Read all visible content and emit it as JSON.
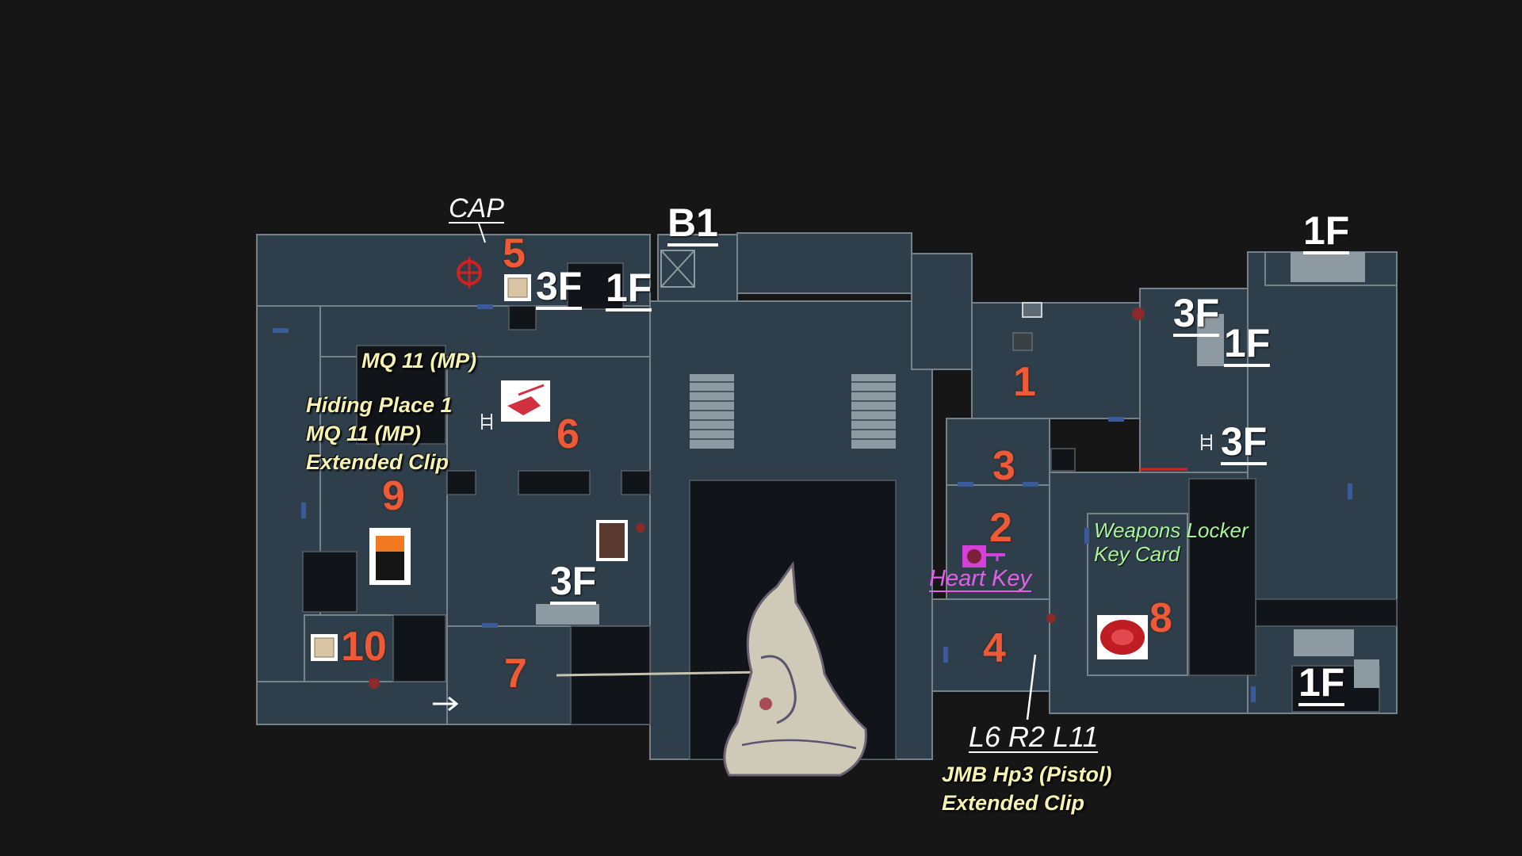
{
  "map": {
    "room_numbers": [
      "1",
      "2",
      "3",
      "4",
      "5",
      "6",
      "7",
      "8",
      "9",
      "10"
    ],
    "floor_labels": {
      "b1": "B1",
      "f3_top": "3F",
      "f1_top": "1F",
      "f1_far_right": "1F",
      "f3_right": "3F",
      "f1_right": "1F",
      "f3_right_mid": "3F",
      "f3_left_mid": "3F",
      "f1_bottom_right": "1F"
    },
    "cap_label": "CAP",
    "items": {
      "mq11_top": "MQ 11 (MP)",
      "hiding_place": "Hiding Place 1",
      "mq11_left": "MQ 11 (MP)",
      "extended_clip_left": "Extended Clip",
      "weapons_locker_1": "Weapons Locker",
      "weapons_locker_2": "Key Card",
      "heart_key": "Heart Key",
      "lock_code": "L6 R2 L11",
      "jmb": "JMB Hp3 (Pistol)",
      "extended_clip_bottom": "Extended Clip"
    },
    "icons": [
      "valve-handle-icon",
      "ink-ribbon-icon",
      "floor-jack-icon",
      "battery-icon",
      "notebook-file-icon",
      "ruby-gem-icon",
      "heart-key-icon",
      "statue-icon",
      "safe-box-icon",
      "typewriter-icon",
      "ladder-icon"
    ],
    "colors": {
      "background": "#161616",
      "room": "#2e3f4b",
      "wall": "#76828a",
      "number": "#ee5a38",
      "item_text": "#f6f2b0",
      "key_text": "#e060e8",
      "locker_text": "#a9f59b",
      "door": "#3b5a9a"
    }
  }
}
